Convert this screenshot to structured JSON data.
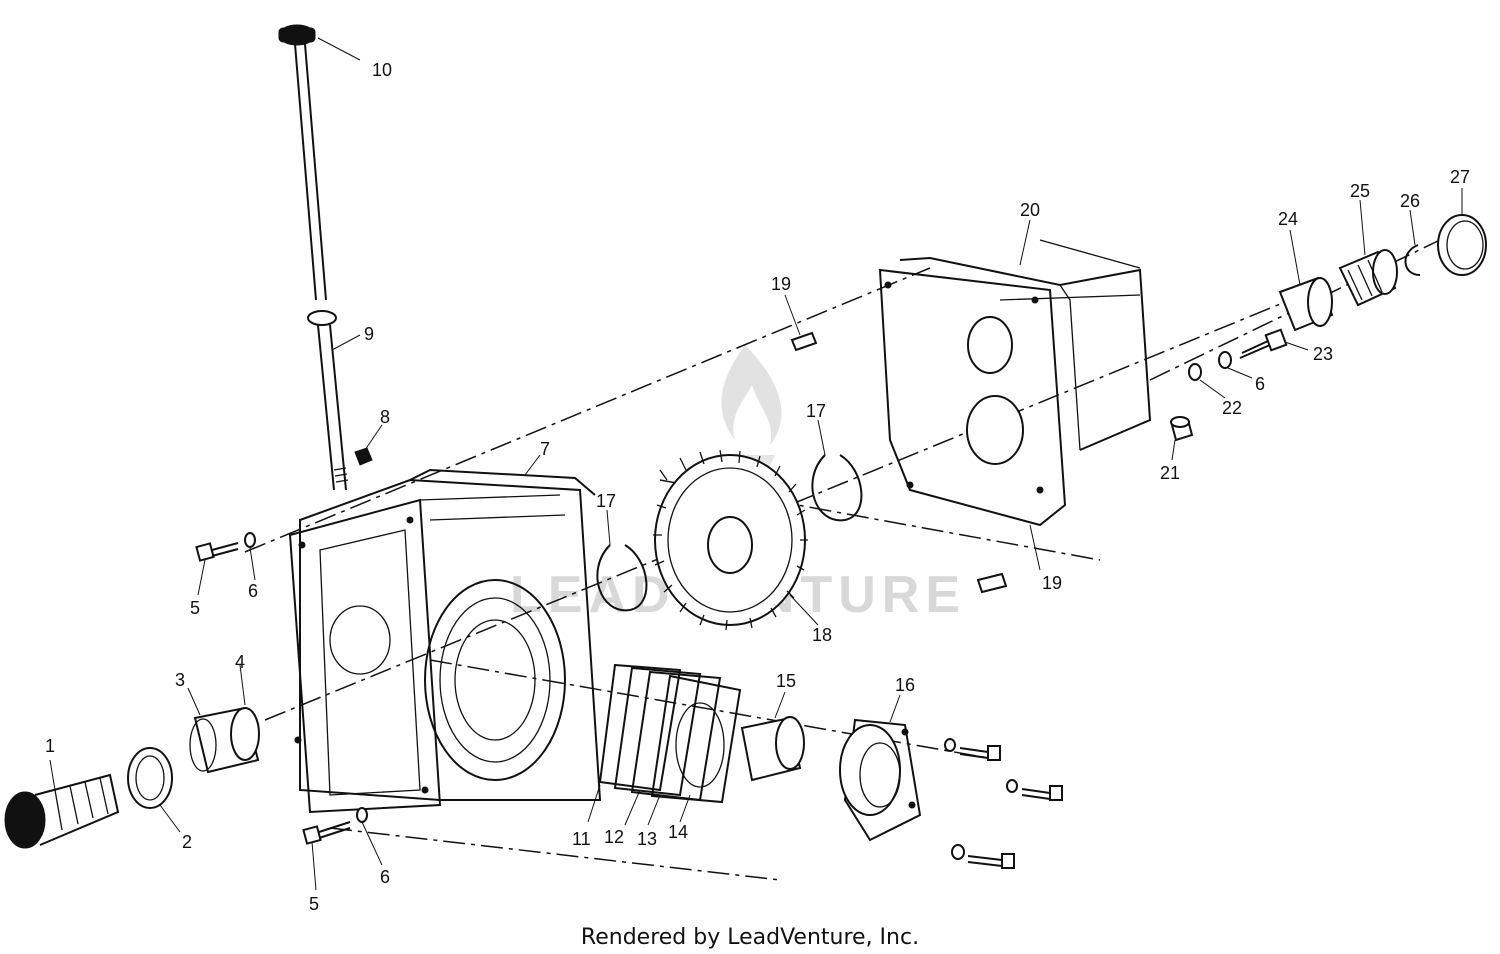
{
  "diagram": {
    "footer": "Rendered by LeadVenture, Inc.",
    "watermark": "LEADVENTURE",
    "labels": {
      "l1": "1",
      "l2": "2",
      "l3": "3",
      "l4": "4",
      "l5a": "5",
      "l5b": "5",
      "l6a": "6",
      "l6b": "6",
      "l6c": "6",
      "l7": "7",
      "l8": "8",
      "l9": "9",
      "l10": "10",
      "l11": "11",
      "l12": "12",
      "l13": "13",
      "l14": "14",
      "l15": "15",
      "l16": "16",
      "l17a": "17",
      "l17b": "17",
      "l18": "18",
      "l19a": "19",
      "l19b": "19",
      "l20": "20",
      "l21": "21",
      "l22": "22",
      "l23": "23",
      "l24": "24",
      "l25": "25",
      "l26": "26",
      "l27": "27"
    }
  }
}
